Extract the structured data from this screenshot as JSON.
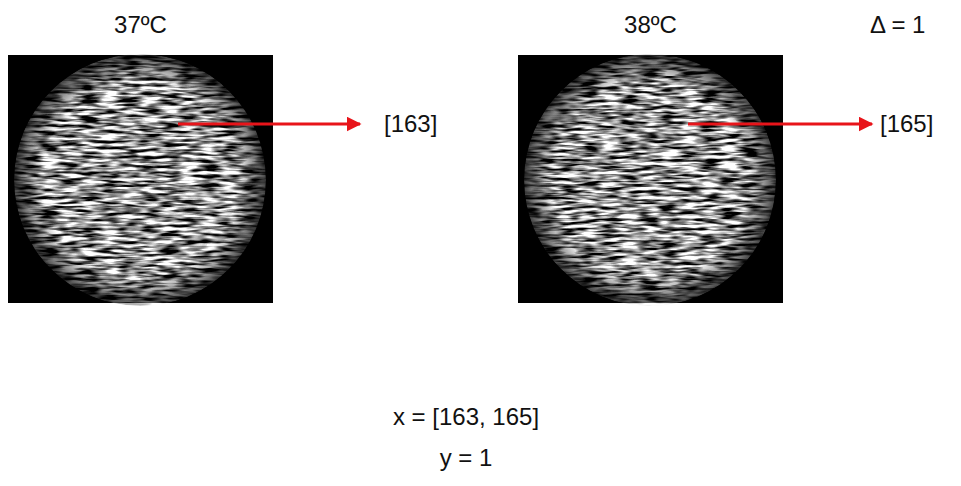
{
  "diagram": {
    "nodes": [
      {
        "text": [
          "37ºC"
        ]
      },
      {
        "text": [
          "38ºC"
        ]
      }
    ],
    "labels": [
      "Δ = 1",
      "[163]",
      "[165]",
      "x = [163, 165]",
      "y = 1"
    ]
  }
}
